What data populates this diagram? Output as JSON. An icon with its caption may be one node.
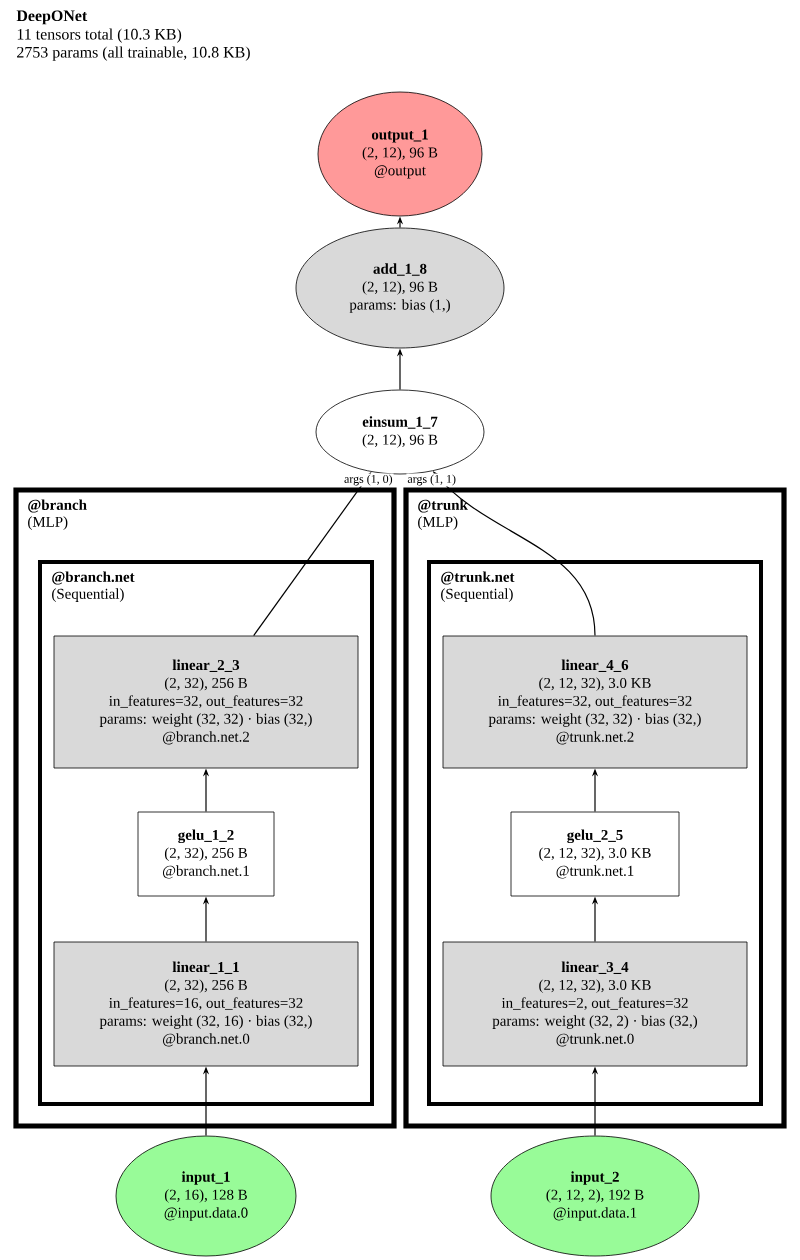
{
  "diagram": {
    "title": "DeepONet",
    "nodes": [
      {
        "text": [
          "output_1",
          "(2, 12), 96 B",
          "@output"
        ]
      },
      {
        "text": [
          "add_1_8",
          "(2, 12), 96 B",
          "params: bias (1,)"
        ]
      },
      {
        "text": [
          "einsum_1_7",
          "(2, 12), 96 B"
        ]
      },
      {
        "text": [
          "@branch",
          "(MLP)"
        ]
      },
      {
        "text": [
          "@branch.net",
          "(Sequential)"
        ],
        "in": 3
      },
      {
        "text": [
          "linear_2_3",
          "(2, 32), 256 B",
          "in_features=32, out_features=32",
          "params: weight (32, 32) · bias (32,)",
          "@branch.net.2"
        ],
        "in": 4
      },
      {
        "text": [
          "gelu_1_2",
          "(2, 32), 256 B",
          "@branch.net.1"
        ],
        "in": 4
      },
      {
        "text": [
          "linear_1_1",
          "(2, 32), 256 B",
          "in_features=16, out_features=32",
          "params: weight (32, 16) · bias (32,)",
          "@branch.net.0"
        ],
        "in": 4
      },
      {
        "text": [
          "@trunk",
          "(MLP)"
        ]
      },
      {
        "text": [
          "@trunk.net",
          "(Sequential)"
        ],
        "in": 8
      },
      {
        "text": [
          "linear_4_6",
          "(2, 12, 32), 3.0 KB",
          "in_features=32, out_features=32",
          "params: weight (32, 32) · bias (32,)",
          "@trunk.net.2"
        ],
        "in": 9
      },
      {
        "text": [
          "gelu_2_5",
          "(2, 12, 32), 3.0 KB",
          "@trunk.net.1"
        ],
        "in": 9
      },
      {
        "text": [
          "linear_3_4",
          "(2, 12, 32), 3.0 KB",
          "in_features=2, out_features=32",
          "params: weight (32, 2) · bias (32,)",
          "@trunk.net.0"
        ],
        "in": 9
      },
      {
        "text": [
          "input_1",
          "(2, 16), 128 B",
          "@input.data.0"
        ]
      },
      {
        "text": [
          "input_2",
          "(2, 12, 2), 192 B",
          "@input.data.1"
        ]
      }
    ],
    "edges": [
      {
        "from": 13,
        "to": 7,
        "arrow": "to"
      },
      {
        "from": 7,
        "to": 6,
        "arrow": "to"
      },
      {
        "from": 6,
        "to": 5,
        "arrow": "to"
      },
      {
        "from": 5,
        "to": 2,
        "arrow": "to",
        "label": "args (1, 0)"
      },
      {
        "from": 14,
        "to": 12,
        "arrow": "to"
      },
      {
        "from": 12,
        "to": 11,
        "arrow": "to"
      },
      {
        "from": 11,
        "to": 10,
        "arrow": "to"
      },
      {
        "from": 10,
        "to": 2,
        "arrow": "to",
        "label": "args (1, 1)"
      },
      {
        "from": 2,
        "to": 1,
        "arrow": "to"
      },
      {
        "from": 1,
        "to": 0,
        "arrow": "to"
      }
    ],
    "labels": [
      "11 tensors total (10.3 KB)",
      "2753 params (all trainable, 10.8 KB)"
    ]
  }
}
